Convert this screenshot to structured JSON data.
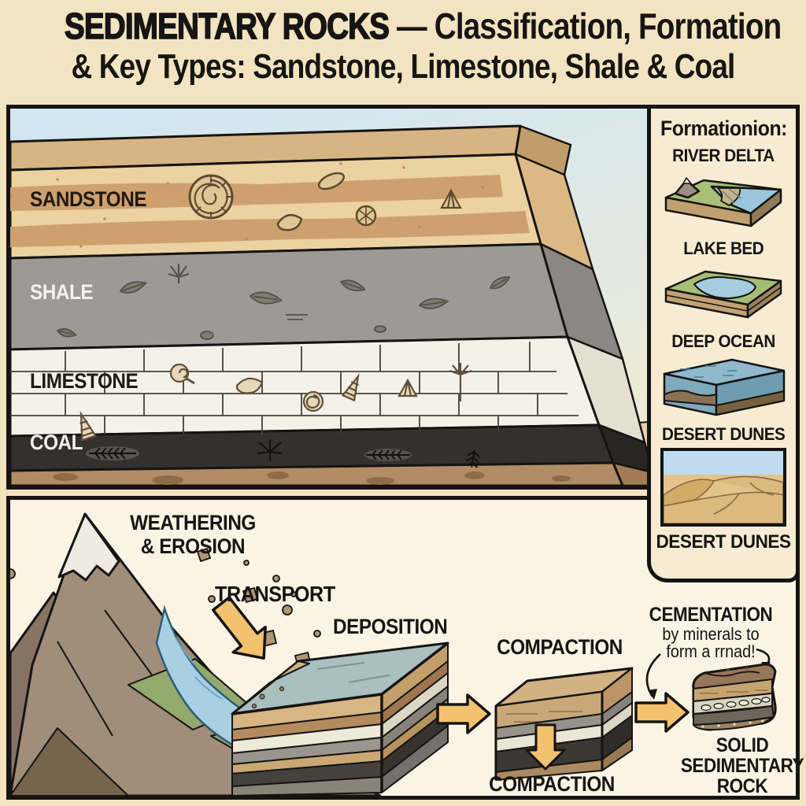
{
  "title": {
    "line1_strong": "SEDIMENTARY ROCKS",
    "line1_rest": " — Classification, Formation",
    "line2": "& Key Types: Sandstone, Limestone, Shale & Coal"
  },
  "strata": {
    "layers": [
      {
        "label": "SANDSTONE",
        "label_color": "#201a12",
        "fill": "#ebd2a0",
        "fossils": "ammonite and shell fossils"
      },
      {
        "label": "SHALE",
        "label_color": "#f5f2ea",
        "fill": "#9d9a96",
        "fossils": "leaf imprints"
      },
      {
        "label": "LIMESTONE",
        "label_color": "#201a12",
        "fill": "#f4f1e8",
        "fossils": "shells, snails, crinoid"
      },
      {
        "label": "COAL",
        "label_color": "#f5f2ea",
        "fill": "#33312d",
        "fossils": "plant fronds"
      }
    ]
  },
  "formation": {
    "heading": "Formationion:",
    "items": [
      {
        "label": "RIVER DELTA"
      },
      {
        "label": "LAKE BED"
      },
      {
        "label": "DEEP OCEAN"
      },
      {
        "label": "DESERT DUNES"
      }
    ],
    "footer_label": "DESERT DUNES"
  },
  "process": {
    "weathering_line1": "WEATHERING",
    "weathering_line2": "& EROSION",
    "transport": "TRANSPORT",
    "deposition": "DEPOSITION",
    "compaction_top": "COMPACTION",
    "compaction_bottom": "COMPACTION",
    "cementation": "CEMENTATION",
    "cementation_sub1": "by minerals to",
    "cementation_sub2": "form a rrnad!",
    "result_line1": "SOLID",
    "result_line2": "SEDIMENTARY",
    "result_line3": "ROCK"
  },
  "colors": {
    "page_bg": "#f3e4c1",
    "panel_cream": "#fbf4e4",
    "sidebar_cream": "#f7ecd3",
    "sky": "#d2e7f3",
    "border_ink": "#161412",
    "arrow_orange": "#f3c26f",
    "sandstone": "#ebd2a0",
    "shale": "#9d9a96",
    "limestone": "#f4f1e8",
    "coal": "#33312d",
    "water_blue": "#a9cfe2"
  }
}
